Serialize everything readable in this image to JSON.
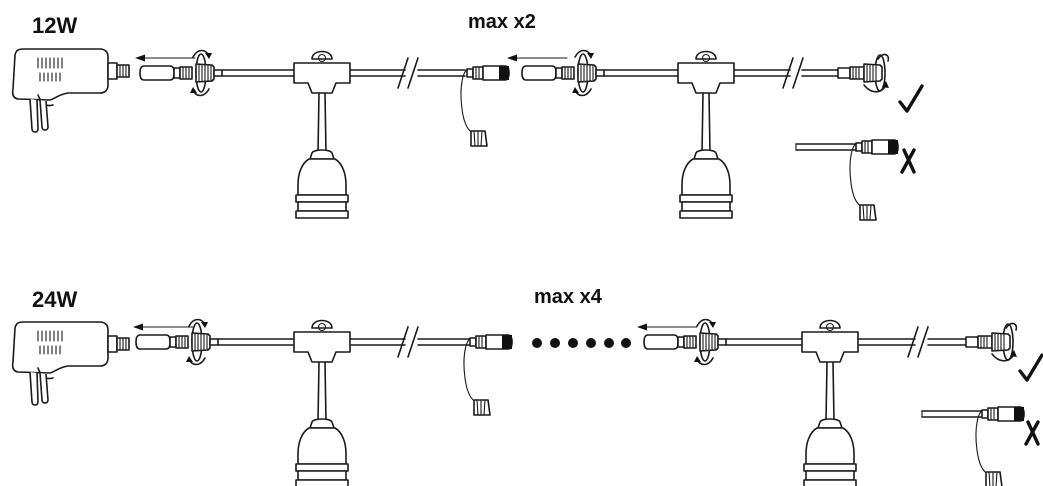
{
  "labels": {
    "row1_wattage": "12W",
    "row1_max": "max x2",
    "row2_wattage": "24W",
    "row2_max": "max x4"
  },
  "marks": {
    "correct_icon": "check-mark-icon",
    "incorrect_icon": "cross-mark-icon"
  },
  "colors": {
    "line": "#1a1a1a",
    "background": "#ffffff"
  }
}
